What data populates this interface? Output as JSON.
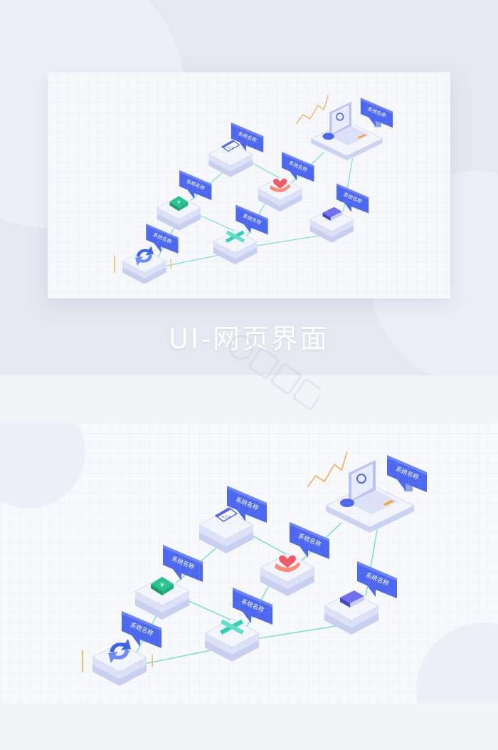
{
  "headline": "UI-网页界面",
  "watermark": {
    "text": "包图网"
  },
  "node_label": "系统名称",
  "colors": {
    "bubble": "#4c68f0",
    "connector": "#7fe3c8",
    "platform": "#e9ecfa",
    "accent_green": "#25c48f",
    "accent_orange": "#f7a43b",
    "accent_red": "#f25a63"
  },
  "diagram": {
    "nodes": [
      {
        "label": "系统名称",
        "icon": "sync-arrows-icon"
      },
      {
        "label": "系统名称",
        "icon": "yen-icon"
      },
      {
        "label": "系统名称",
        "icon": "code-window-icon"
      },
      {
        "label": "系统名称",
        "icon": "plus-cross-icon"
      },
      {
        "label": "系统名称",
        "icon": "heart-hand-icon"
      },
      {
        "label": "系统名称",
        "icon": "book-icon"
      },
      {
        "label": "系统名称",
        "icon": "laptop-dashboard-icon"
      }
    ]
  }
}
